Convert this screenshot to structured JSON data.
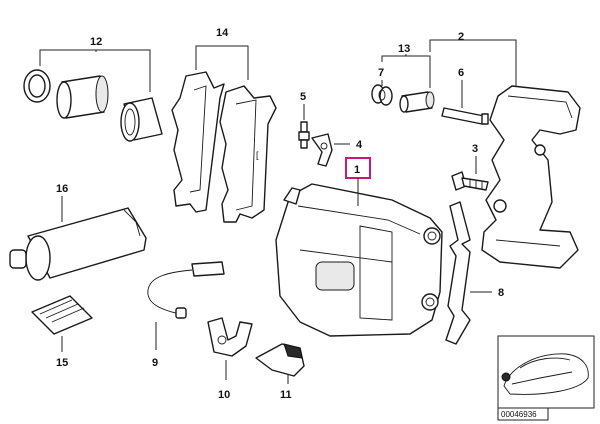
{
  "callouts": {
    "c1": "1",
    "c2": "2",
    "c3": "3",
    "c4": "4",
    "c5": "5",
    "c6": "6",
    "c7": "7",
    "c8": "8",
    "c9": "9",
    "c10": "10",
    "c11": "11",
    "c12": "12",
    "c13": "13",
    "c14": "14",
    "c15": "15",
    "c16": "16"
  },
  "inset": {
    "ref_code": "00046936"
  },
  "colors": {
    "highlight": "#c8187a",
    "line": "#1a1a1a"
  }
}
